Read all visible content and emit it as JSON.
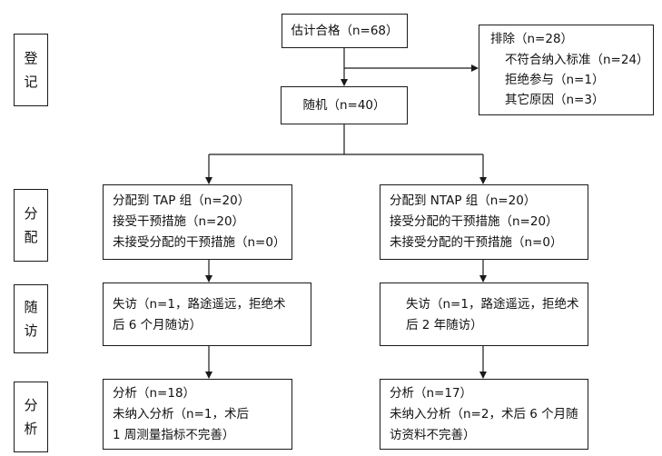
{
  "stages": {
    "enroll": [
      "登",
      "记"
    ],
    "allocate": [
      "分",
      "配"
    ],
    "followup": [
      "随",
      "访"
    ],
    "analysis": [
      "分",
      "析"
    ]
  },
  "assessed": "估计合格（n=68）",
  "excluded": {
    "title": "排除（n=28）",
    "items": [
      "不符合纳入标准（n=24）",
      "拒绝参与（n=1）",
      "其它原因（n=3）"
    ]
  },
  "randomized": "随机（n=40）",
  "tap": {
    "allocation": [
      "分配到 TAP 组（n=20）",
      "接受干预措施（n=20）",
      "未接受分配的干预措施（n=0）"
    ],
    "followup": [
      "失访（n=1，路途遥远，拒绝术",
      "后 6 个月随访）"
    ],
    "analysis": [
      "分析（n=18）",
      "未纳入分析（n=1，术后",
      "1 周测量指标不完善）"
    ]
  },
  "ntap": {
    "allocation": [
      "分配到 NTAP 组（n=20）",
      "接受分配的干预措施（n=20）",
      "未接受分配的干预措施（n=0）"
    ],
    "followup": [
      "失访（n=1，路途遥远，拒绝术",
      "后 2 年随访）"
    ],
    "analysis": [
      "分析（n=17）",
      "未纳入分析（n=2，术后 6 个月随",
      "访资料不完善）"
    ]
  }
}
